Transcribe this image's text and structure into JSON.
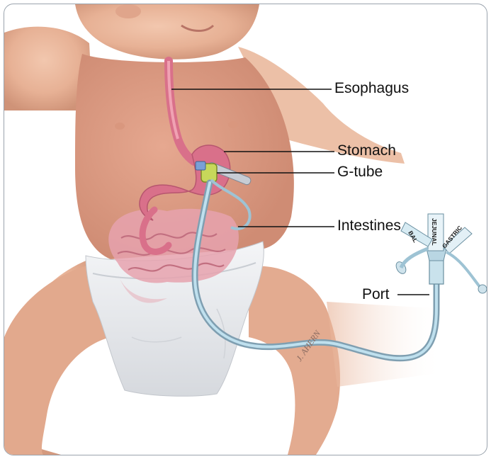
{
  "labels": {
    "esophagus": "Esophagus",
    "stomach": "Stomach",
    "gtube": "G-tube",
    "intestines": "Intestines",
    "port": "Port"
  },
  "port_tags": {
    "bal": "BAL",
    "jejunal": "JEJUNAL",
    "gastric": "GASTRIC"
  },
  "signature": "J. AHERN",
  "colors": {
    "skin": "#e7b195",
    "skin_shadow": "#c98d73",
    "organ": "#d9708a",
    "intestine": "#e6a2ae",
    "tube": "#a9cfe0",
    "tube_clamp": "#c7d85a",
    "diaper": "#e9ebee",
    "leader": "#111111"
  }
}
